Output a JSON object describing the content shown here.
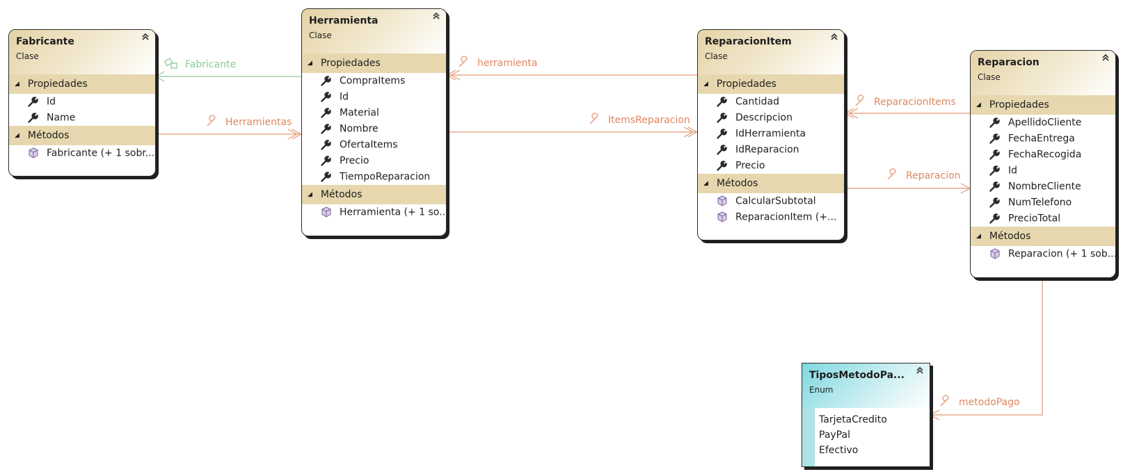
{
  "classes": {
    "fabricante": {
      "title": "Fabricante",
      "kind": "Clase",
      "sections": [
        {
          "label": "Propiedades",
          "members": [
            "Id",
            "Name"
          ]
        },
        {
          "label": "Métodos",
          "members": [
            "Fabricante (+ 1 sobr..."
          ]
        }
      ]
    },
    "herramienta": {
      "title": "Herramienta",
      "kind": "Clase",
      "sections": [
        {
          "label": "Propiedades",
          "members": [
            "CompraItems",
            "Id",
            "Material",
            "Nombre",
            "OfertaItems",
            "Precio",
            "TiempoReparacion"
          ]
        },
        {
          "label": "Métodos",
          "members": [
            "Herramienta (+ 1 so..."
          ]
        }
      ]
    },
    "reparacionitem": {
      "title": "ReparacionItem",
      "kind": "Clase",
      "sections": [
        {
          "label": "Propiedades",
          "members": [
            "Cantidad",
            "Descripcion",
            "IdHerramienta",
            "IdReparacion",
            "Precio"
          ]
        },
        {
          "label": "Métodos",
          "members": [
            "CalcularSubtotal",
            "ReparacionItem (+..."
          ]
        }
      ]
    },
    "reparacion": {
      "title": "Reparacion",
      "kind": "Clase",
      "sections": [
        {
          "label": "Propiedades",
          "members": [
            "ApellidoCliente",
            "FechaEntrega",
            "FechaRecogida",
            "Id",
            "NombreCliente",
            "NumTelefono",
            "PrecioTotal"
          ]
        },
        {
          "label": "Métodos",
          "members": [
            "Reparacion (+ 1 sob..."
          ]
        }
      ]
    }
  },
  "enum": {
    "title": "TiposMetodoPa...",
    "kind": "Enum",
    "members": [
      "TarjetaCredito",
      "PayPal",
      "Efectivo"
    ]
  },
  "associations": [
    {
      "label": "Fabricante",
      "kind": "inheritance"
    },
    {
      "label": "Herramientas",
      "kind": "association"
    },
    {
      "label": "herramienta",
      "kind": "association"
    },
    {
      "label": "ItemsReparacion",
      "kind": "association"
    },
    {
      "label": "ReparacionItems",
      "kind": "association"
    },
    {
      "label": "Reparacion",
      "kind": "association"
    },
    {
      "label": "metodoPago",
      "kind": "association"
    }
  ],
  "colors": {
    "association": "#e8a88a",
    "inheritance": "#9fd4aa",
    "class_header": "#e4d3a6",
    "enum_header": "#7fd8e0",
    "section": "#e6d7ae"
  }
}
